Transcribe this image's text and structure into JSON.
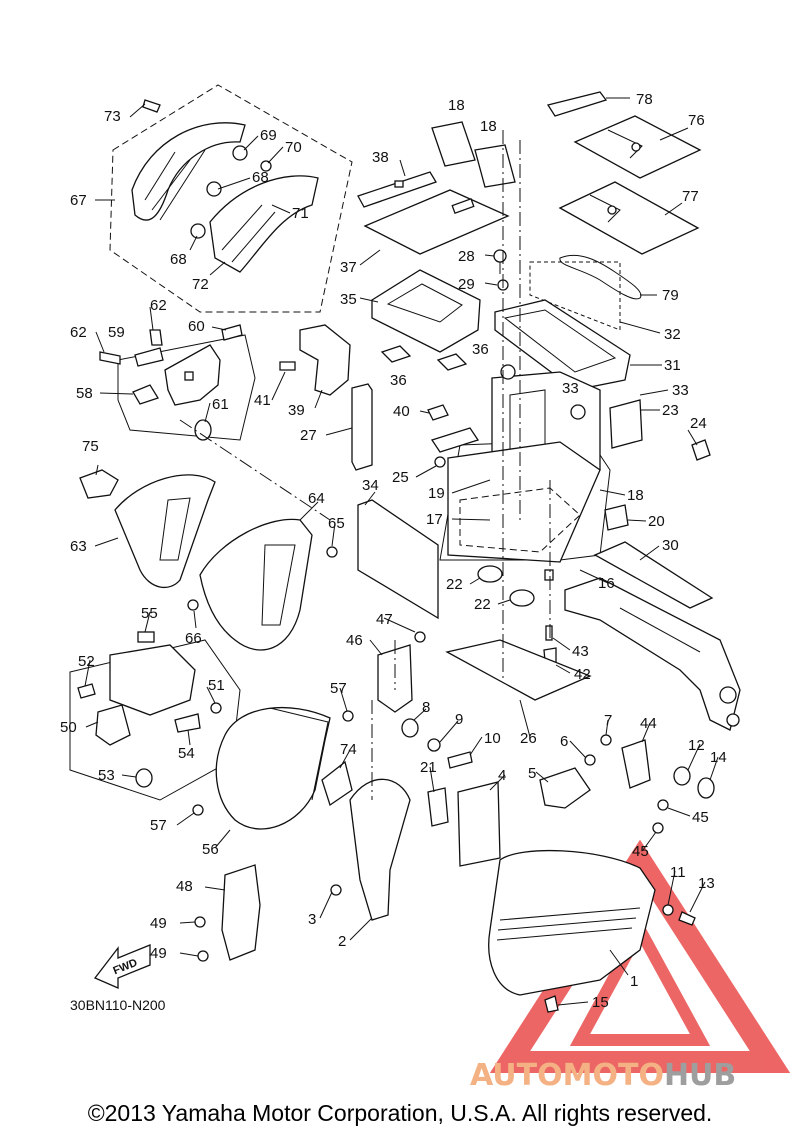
{
  "diagram": {
    "drawing_code": "30BN110-N200",
    "fwd_label": "FWD",
    "callouts": [
      {
        "id": "c73",
        "text": "73"
      },
      {
        "id": "c69",
        "text": "69"
      },
      {
        "id": "c70",
        "text": "70"
      },
      {
        "id": "c68a",
        "text": "68"
      },
      {
        "id": "c67",
        "text": "67"
      },
      {
        "id": "c71",
        "text": "71"
      },
      {
        "id": "c68b",
        "text": "68"
      },
      {
        "id": "c72",
        "text": "72"
      },
      {
        "id": "c18a",
        "text": "18"
      },
      {
        "id": "c18b",
        "text": "18"
      },
      {
        "id": "c38",
        "text": "38"
      },
      {
        "id": "c37",
        "text": "37"
      },
      {
        "id": "c78",
        "text": "78"
      },
      {
        "id": "c76",
        "text": "76"
      },
      {
        "id": "c77",
        "text": "77"
      },
      {
        "id": "c28",
        "text": "28"
      },
      {
        "id": "c29",
        "text": "29"
      },
      {
        "id": "c79",
        "text": "79"
      },
      {
        "id": "c35",
        "text": "35"
      },
      {
        "id": "c32",
        "text": "32"
      },
      {
        "id": "c62a",
        "text": "62"
      },
      {
        "id": "c62b",
        "text": "62"
      },
      {
        "id": "c59",
        "text": "59"
      },
      {
        "id": "c60",
        "text": "60"
      },
      {
        "id": "c58",
        "text": "58"
      },
      {
        "id": "c61",
        "text": "61"
      },
      {
        "id": "c41",
        "text": "41"
      },
      {
        "id": "c39",
        "text": "39"
      },
      {
        "id": "c36a",
        "text": "36"
      },
      {
        "id": "c36b",
        "text": "36"
      },
      {
        "id": "c31",
        "text": "31"
      },
      {
        "id": "c33a",
        "text": "33"
      },
      {
        "id": "c33b",
        "text": "33"
      },
      {
        "id": "c40",
        "text": "40"
      },
      {
        "id": "c23",
        "text": "23"
      },
      {
        "id": "c24",
        "text": "24"
      },
      {
        "id": "c27",
        "text": "27"
      },
      {
        "id": "c75",
        "text": "75"
      },
      {
        "id": "c25",
        "text": "25"
      },
      {
        "id": "c19",
        "text": "19"
      },
      {
        "id": "c18c",
        "text": "18"
      },
      {
        "id": "c34",
        "text": "34"
      },
      {
        "id": "c64",
        "text": "64"
      },
      {
        "id": "c17",
        "text": "17"
      },
      {
        "id": "c20",
        "text": "20"
      },
      {
        "id": "c63",
        "text": "63"
      },
      {
        "id": "c65",
        "text": "65"
      },
      {
        "id": "c30",
        "text": "30"
      },
      {
        "id": "c22a",
        "text": "22"
      },
      {
        "id": "c16",
        "text": "16"
      },
      {
        "id": "c22b",
        "text": "22"
      },
      {
        "id": "c66",
        "text": "66"
      },
      {
        "id": "c55",
        "text": "55"
      },
      {
        "id": "c47",
        "text": "47"
      },
      {
        "id": "c46",
        "text": "46"
      },
      {
        "id": "c43",
        "text": "43"
      },
      {
        "id": "c52",
        "text": "52"
      },
      {
        "id": "c42",
        "text": "42"
      },
      {
        "id": "c51",
        "text": "51"
      },
      {
        "id": "c57a",
        "text": "57"
      },
      {
        "id": "c50",
        "text": "50"
      },
      {
        "id": "c8",
        "text": "8"
      },
      {
        "id": "c9",
        "text": "9"
      },
      {
        "id": "c7",
        "text": "7"
      },
      {
        "id": "c44",
        "text": "44"
      },
      {
        "id": "c26",
        "text": "26"
      },
      {
        "id": "c54",
        "text": "54"
      },
      {
        "id": "c10",
        "text": "10"
      },
      {
        "id": "c6",
        "text": "6"
      },
      {
        "id": "c12",
        "text": "12"
      },
      {
        "id": "c14",
        "text": "14"
      },
      {
        "id": "c74",
        "text": "74"
      },
      {
        "id": "c53",
        "text": "53"
      },
      {
        "id": "c21",
        "text": "21"
      },
      {
        "id": "c4",
        "text": "4"
      },
      {
        "id": "c5",
        "text": "5"
      },
      {
        "id": "c57b",
        "text": "57"
      },
      {
        "id": "c45a",
        "text": "45"
      },
      {
        "id": "c56",
        "text": "56"
      },
      {
        "id": "c45b",
        "text": "45"
      },
      {
        "id": "c48",
        "text": "48"
      },
      {
        "id": "c11",
        "text": "11"
      },
      {
        "id": "c13",
        "text": "13"
      },
      {
        "id": "c3",
        "text": "3"
      },
      {
        "id": "c49a",
        "text": "49"
      },
      {
        "id": "c2",
        "text": "2"
      },
      {
        "id": "c49b",
        "text": "49"
      },
      {
        "id": "c1",
        "text": "1"
      },
      {
        "id": "c15",
        "text": "15"
      }
    ]
  },
  "watermark": {
    "brand_part1": "AUTOMOTO",
    "brand_part2": "HUB",
    "color_part1": "#f4b183",
    "color_part2": "#9e9e9e",
    "triangle_color": "#e8403f"
  },
  "footer": {
    "copyright": "©2013 Yamaha Motor Corporation, U.S.A. All rights reserved."
  }
}
